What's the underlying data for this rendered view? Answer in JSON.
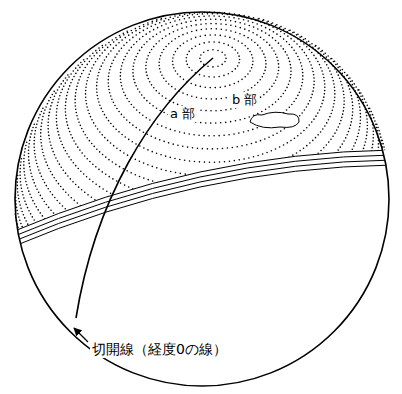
{
  "diagram": {
    "labels": [
      "a 部",
      "b 部",
      "切開線（経度0の線）"
    ]
  }
}
